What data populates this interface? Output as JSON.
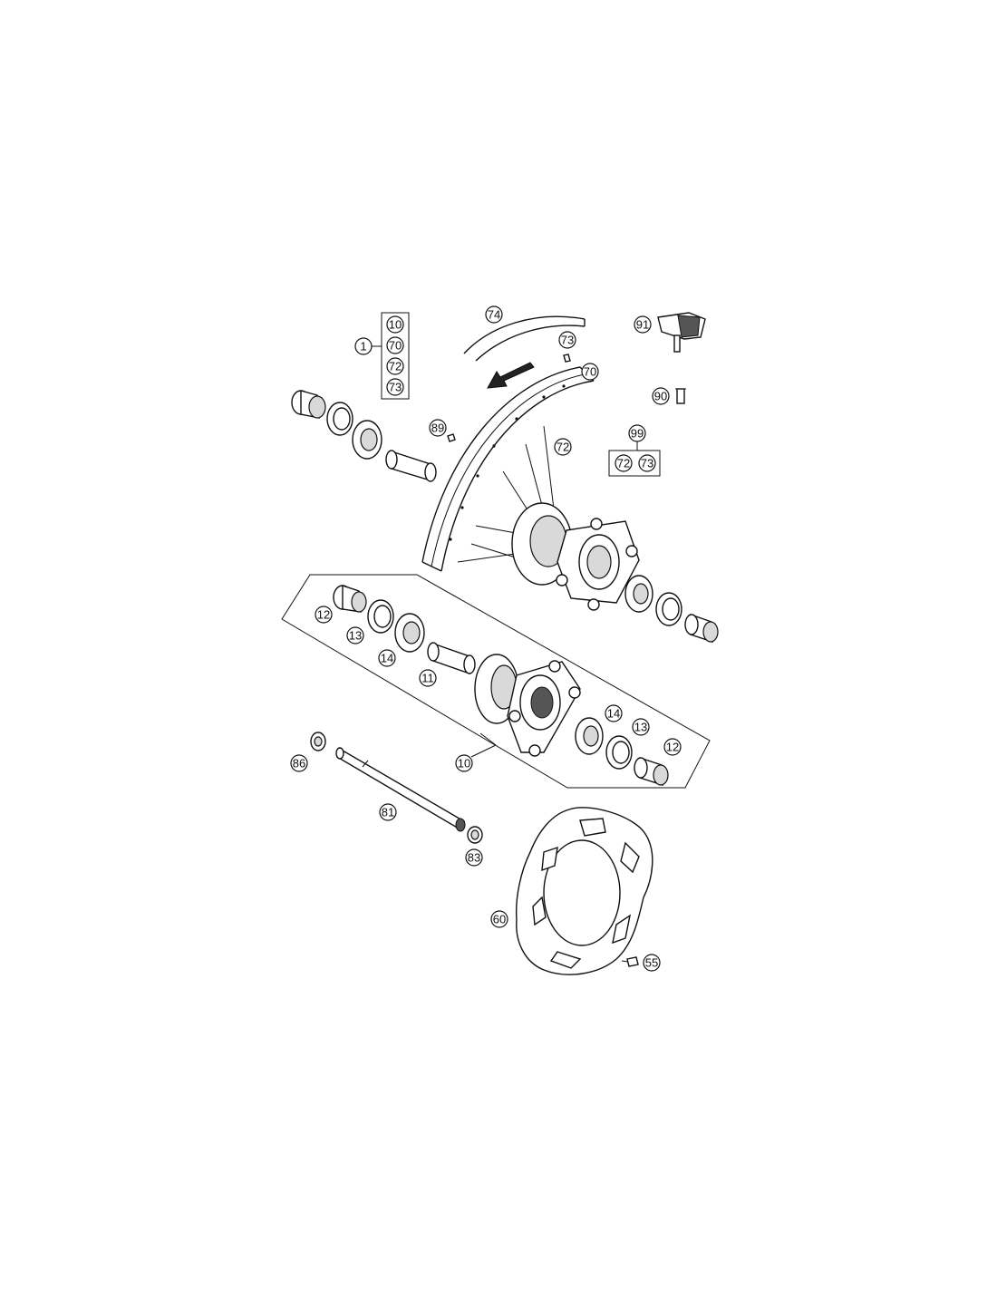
{
  "callouts": {
    "c1": "1",
    "c10a": "10",
    "c70a": "70",
    "c72a": "72",
    "c73a": "73",
    "c74": "74",
    "c73b": "73",
    "c70b": "70",
    "c72b": "72",
    "c91": "91",
    "c90": "90",
    "c99": "99",
    "c72c": "72",
    "c73c": "73",
    "c89": "89",
    "c12a": "12",
    "c13a": "13",
    "c14a": "14",
    "c11": "11",
    "c14b": "14",
    "c13b": "13",
    "c12b": "12",
    "c10b": "10",
    "c86": "86",
    "c81": "81",
    "c83": "83",
    "c60": "60",
    "c55": "55"
  }
}
